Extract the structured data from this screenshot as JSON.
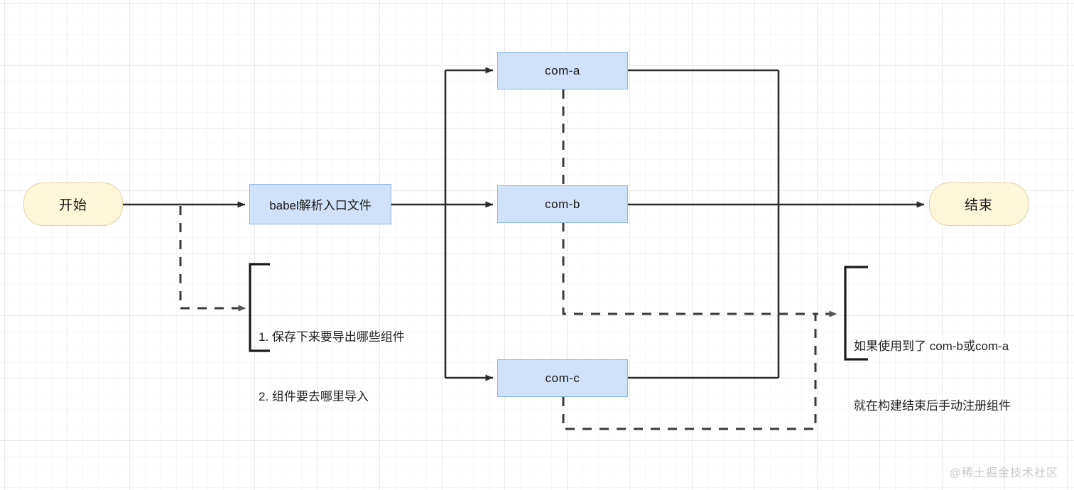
{
  "diagram": {
    "title_watermark": "@稀土掘金技术社区",
    "background": {
      "grid": true,
      "grid_color": "#eeeeee",
      "page_color": "#ffffff"
    },
    "colors": {
      "terminal_fill": "#fdf6d8",
      "terminal_border": "#e3cfa4",
      "process_fill": "#cfe2fa",
      "process_border": "#8ab6ea",
      "edge": "#2b2b2b",
      "text": "#1a1a1a",
      "watermark": "#c9c9c9"
    },
    "nodes": {
      "start": {
        "label": "开始",
        "type": "terminal"
      },
      "babel": {
        "label": "babel解析入口文件",
        "type": "process"
      },
      "com_a": {
        "label": "com-a",
        "type": "component"
      },
      "com_b": {
        "label": "com-b",
        "type": "component"
      },
      "com_c": {
        "label": "com-c",
        "type": "component"
      },
      "end": {
        "label": "结束",
        "type": "terminal"
      }
    },
    "annotations": {
      "left": {
        "line1": "1. 保存下来要导出哪些组件",
        "line2": "2. 组件要去哪里导入"
      },
      "right": {
        "line1": "如果使用到了 com-b或com-a",
        "line2": "就在构建结束后手动注册组件"
      }
    }
  }
}
